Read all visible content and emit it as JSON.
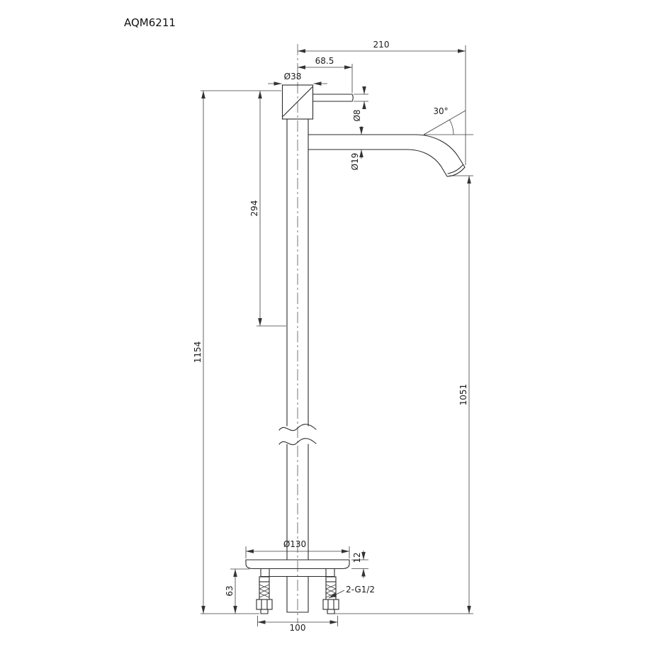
{
  "title": "AQM6211",
  "dims": {
    "spout_reach": "210",
    "handle_reach": "68.5",
    "cap_diameter": "Ø38",
    "lever_diameter": "Ø8",
    "spout_angle": "30°",
    "spout_diameter": "Ø19",
    "upper_section_height": "294",
    "overall_height": "1154",
    "spout_outlet_height": "1051",
    "base_diameter": "Ø130",
    "base_plate_thickness": "12",
    "floor_section_height": "63",
    "inlet_connections": "2-G1/2",
    "inlet_span": "100"
  }
}
